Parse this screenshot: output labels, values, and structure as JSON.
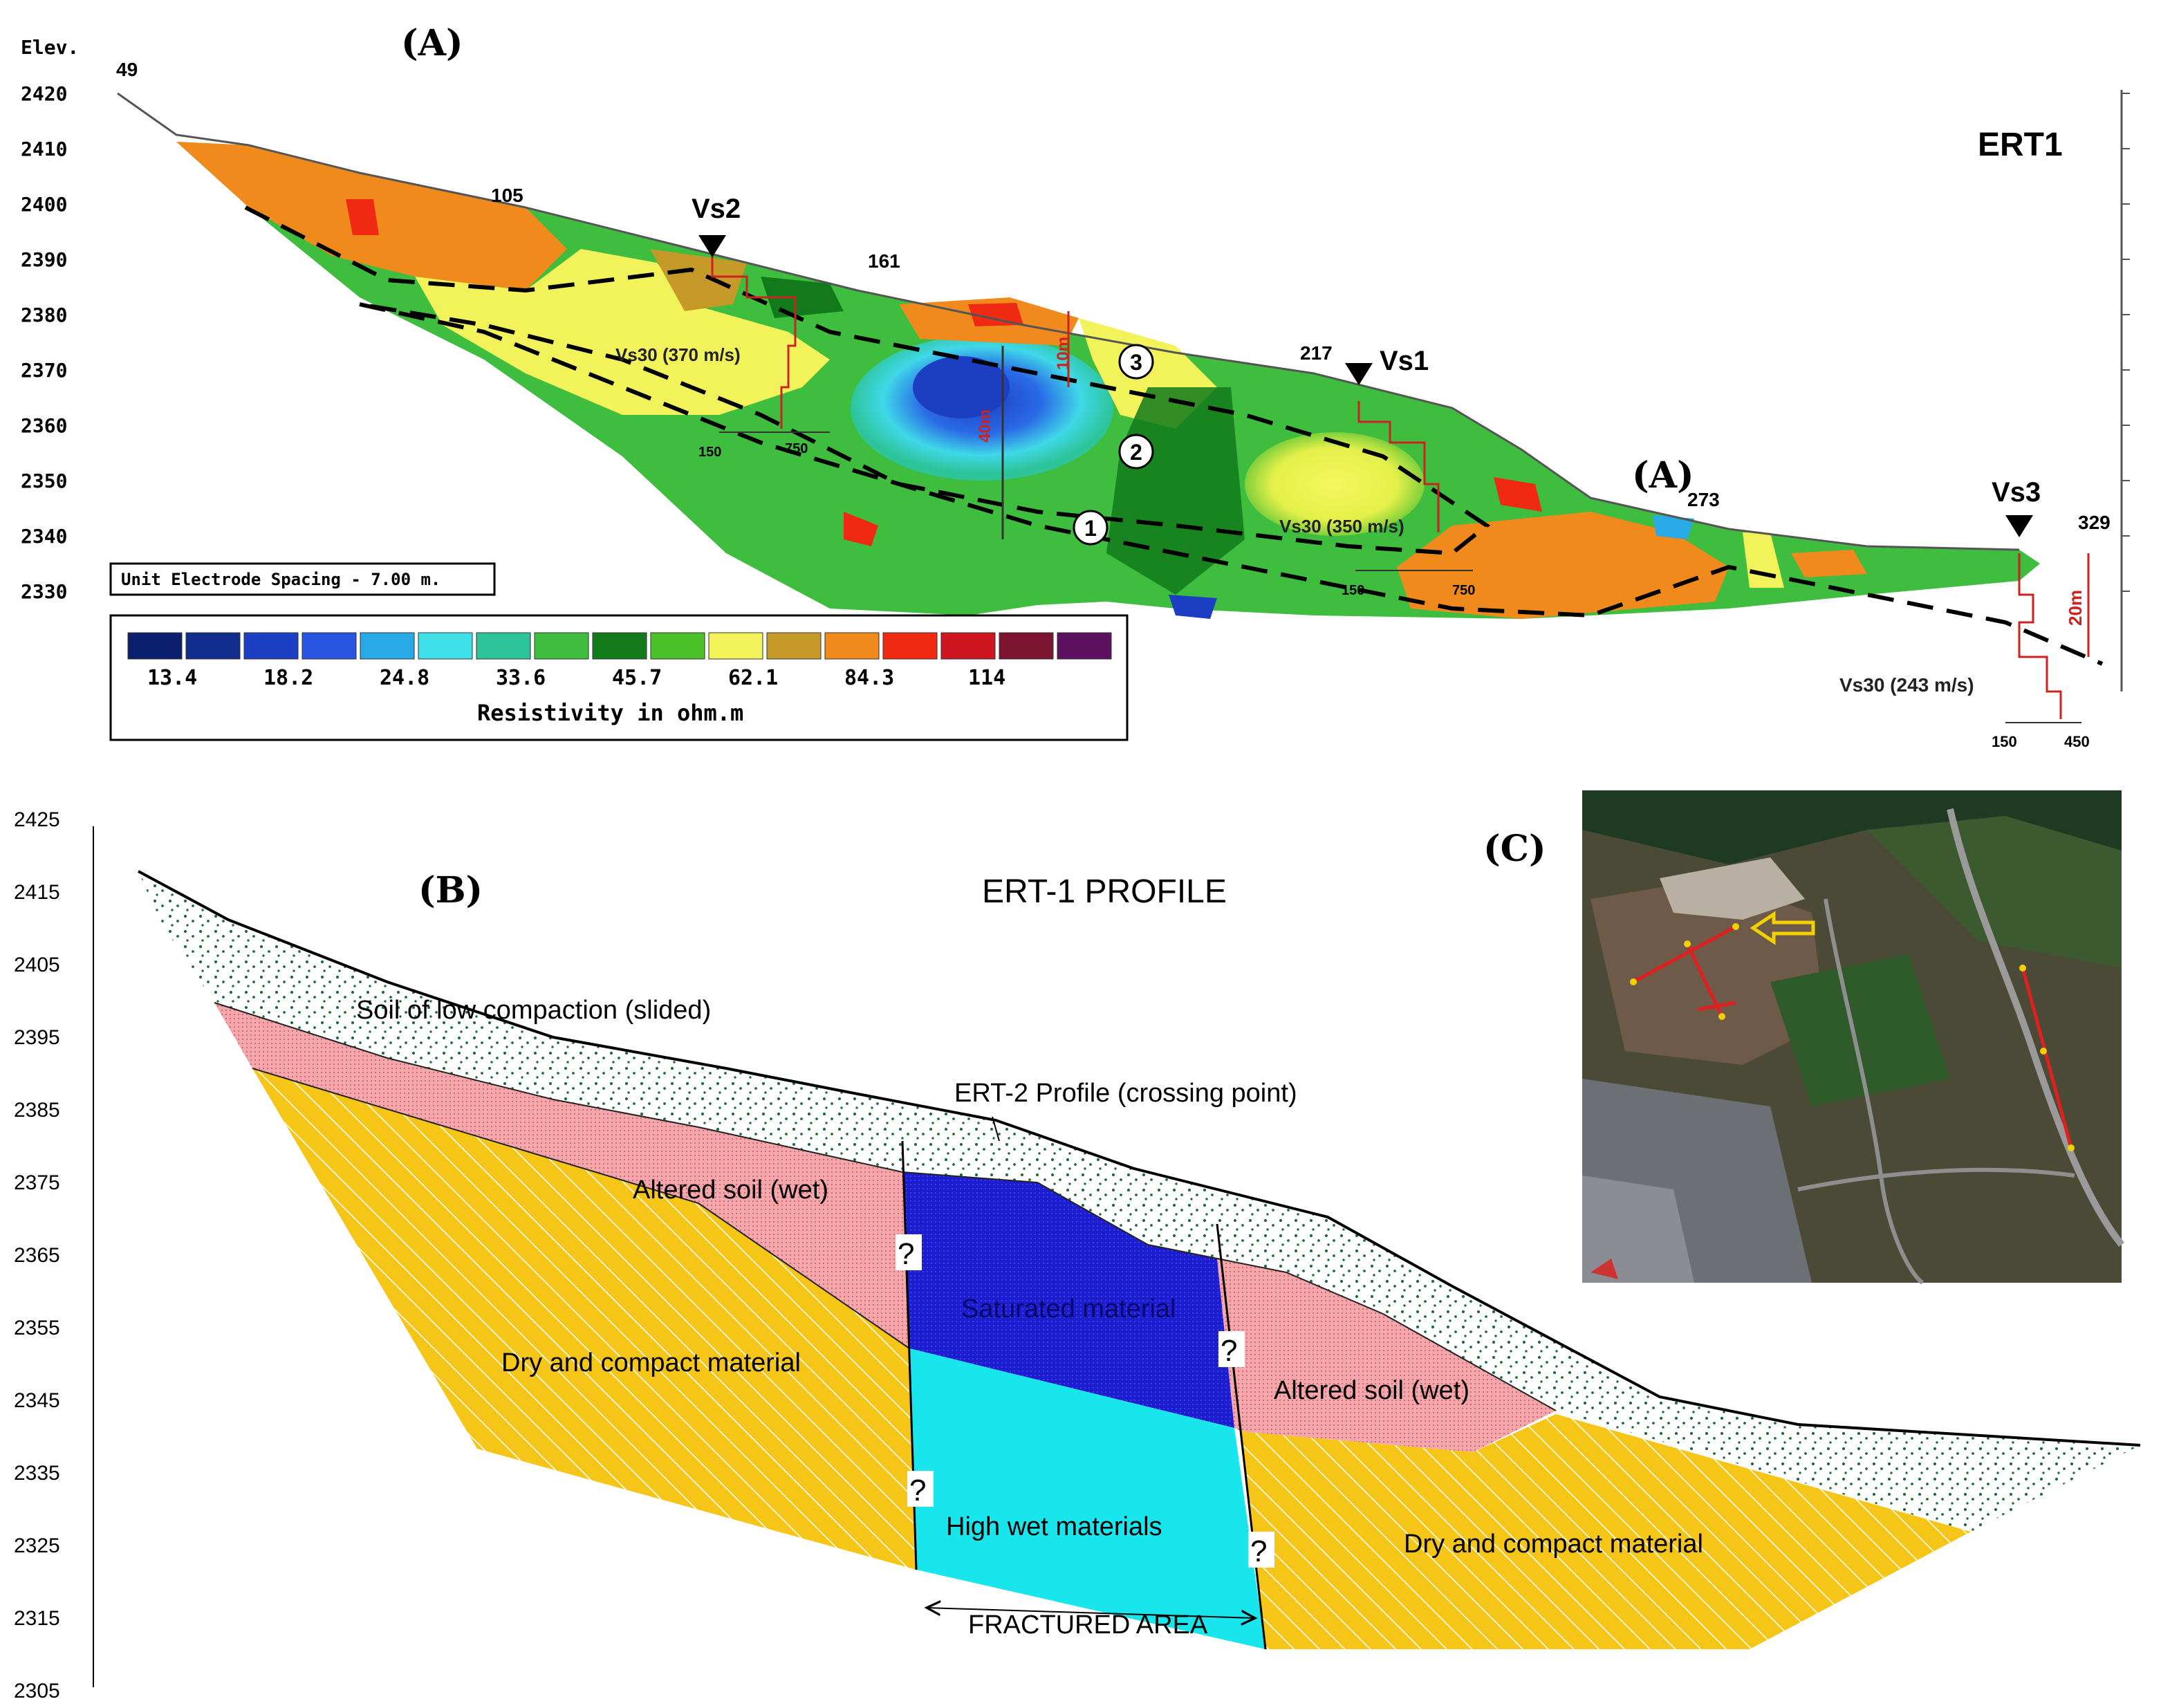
{
  "panel_a": {
    "letter": "(A)",
    "letter_inner": "(A)",
    "title": "ERT1",
    "elev_label": "Elev.",
    "y_ticks": [
      "2420",
      "2410",
      "2400",
      "2390",
      "2380",
      "2370",
      "2360",
      "2350",
      "2340",
      "2330"
    ],
    "x_ticks": [
      "49",
      "105",
      "161",
      "217",
      "273",
      "329"
    ],
    "stations": [
      "Vs2",
      "Vs1",
      "Vs3"
    ],
    "vs30_labels": [
      "Vs30 (370 m/s)",
      "Vs30 (350 m/s)",
      "Vs30 (243 m/s)"
    ],
    "depth_labels": [
      "10m",
      "40m",
      "20m"
    ],
    "vs_axis_ticks": [
      "150",
      "750",
      "150",
      "750",
      "150",
      "450"
    ],
    "layers": [
      "3",
      "2",
      "1"
    ],
    "electrode_spacing": "Unit Electrode Spacing - 7.00 m.",
    "legend_values": [
      "13.4",
      "18.2",
      "24.8",
      "33.6",
      "45.7",
      "62.1",
      "84.3",
      "114"
    ],
    "legend_title": "Resistivity in ohm.m",
    "palette": [
      "#0b1f6e",
      "#102c8c",
      "#1c3ec2",
      "#2a55e0",
      "#29a9e6",
      "#3fe0e8",
      "#2ec49a",
      "#3ebd3e",
      "#127a1a",
      "#4cc22a",
      "#f2f25a",
      "#c69a28",
      "#f08a1c",
      "#f02a12",
      "#cf1620",
      "#7a1430",
      "#5e1060"
    ]
  },
  "panel_b": {
    "letter": "(B)",
    "title": "ERT-1 PROFILE",
    "y_ticks": [
      "2425",
      "2415",
      "2405",
      "2395",
      "2385",
      "2375",
      "2365",
      "2355",
      "2345",
      "2335",
      "2325",
      "2315",
      "2305"
    ],
    "labels": {
      "soil_low": "Soil of low compaction (slided)",
      "ert2": "ERT-2 Profile (crossing point)",
      "altered_left": "Altered soil (wet)",
      "altered_right": "Altered soil (wet)",
      "saturated": "Saturated material",
      "dry_left": "Dry and compact material",
      "dry_right": "Dry and compact material",
      "high_wet": "High wet materials",
      "fractured": "FRACTURED AREA"
    },
    "question_marks": [
      "?",
      "?",
      "?",
      "?"
    ],
    "colors": {
      "soil": "#ffffff",
      "soil_dots": "#1f6b3a",
      "altered": "#f2a0a6",
      "saturated": "#1c1cd0",
      "high_wet": "#19e6ec",
      "dry": "#f5c518"
    }
  },
  "panel_c": {
    "letter": "(C)"
  }
}
